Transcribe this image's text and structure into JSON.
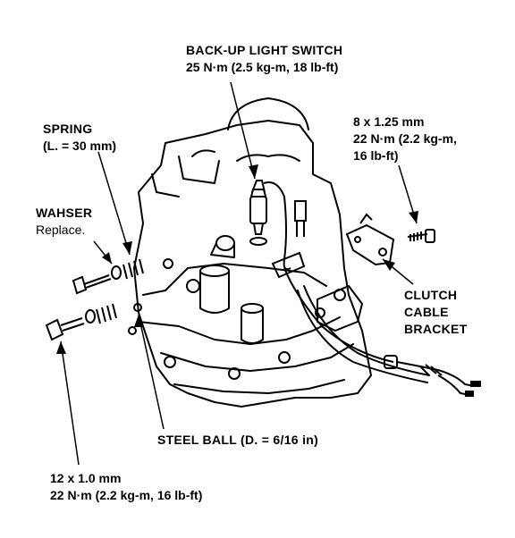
{
  "labels": {
    "backup_switch": {
      "title": "BACK-UP LIGHT SWITCH",
      "torque": "25 N·m (2.5 kg-m, 18 lb-ft)"
    },
    "spring": {
      "title": "SPRING",
      "length": "(L. = 30 mm)"
    },
    "washer": {
      "title": "WAHSER",
      "note": "Replace."
    },
    "bolt_8x125": {
      "size": "8 x 1.25 mm",
      "torque": "22 N·m (2.2 kg-m,",
      "torque2": "16 lb-ft)"
    },
    "clutch_bracket": {
      "line1": "CLUTCH",
      "line2": "CABLE",
      "line3": "BRACKET"
    },
    "steel_ball": {
      "text": "STEEL BALL  (D. = 6/16 in)"
    },
    "bolt_12x10": {
      "size": "12 x 1.0 mm",
      "torque": "22 N·m (2.2 kg-m, 16 lb-ft)"
    }
  }
}
